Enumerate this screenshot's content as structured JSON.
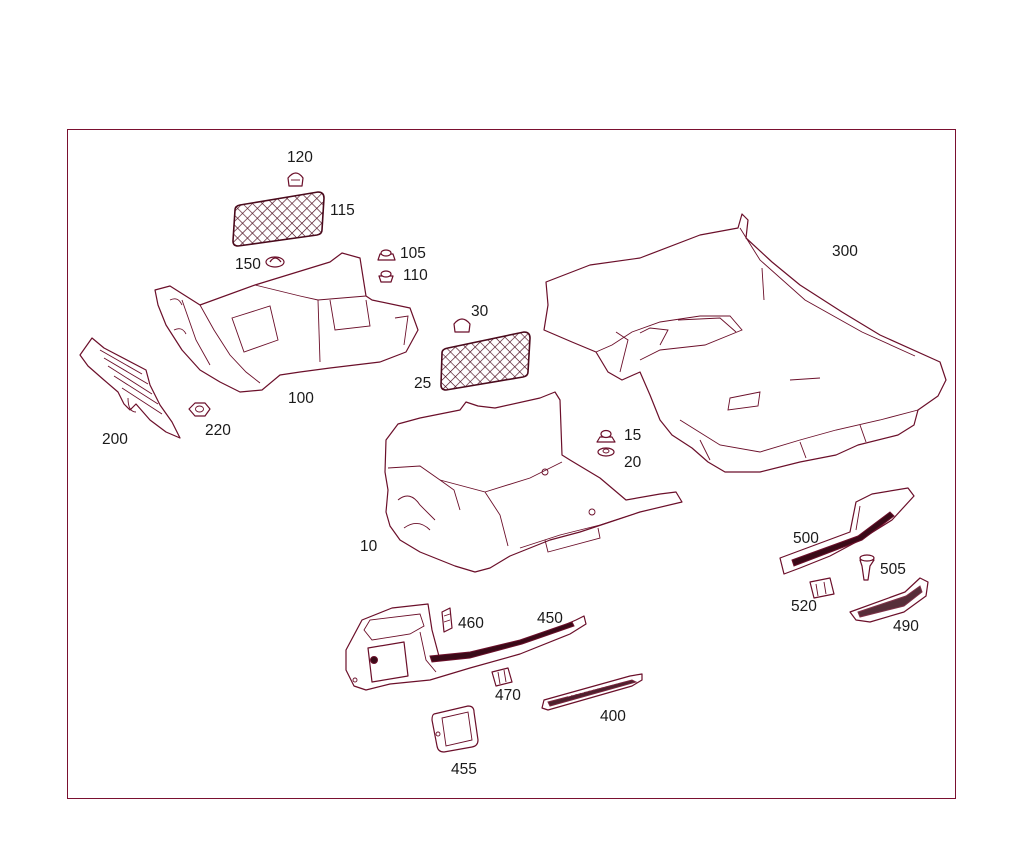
{
  "colors": {
    "line": "#6b0f2a",
    "frame": "#7a1030",
    "label": "#1a1a1a"
  },
  "labels": {
    "p120": "120",
    "p115": "115",
    "p105": "105",
    "p110": "110",
    "p150": "150",
    "p100": "100",
    "p200": "200",
    "p220": "220",
    "p30": "30",
    "p25": "25",
    "p300": "300",
    "p15": "15",
    "p20": "20",
    "p10": "10",
    "p500": "500",
    "p505": "505",
    "p520": "520",
    "p490": "490",
    "p460": "460",
    "p450": "450",
    "p470": "470",
    "p400": "400",
    "p455": "455"
  }
}
